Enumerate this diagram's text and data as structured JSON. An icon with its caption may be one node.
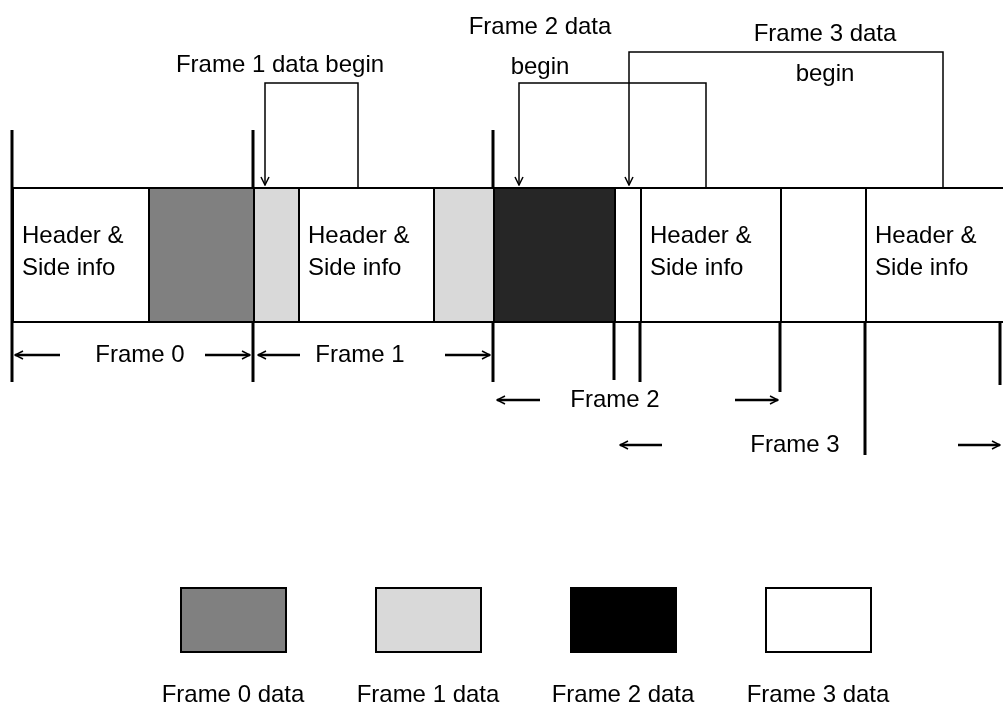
{
  "diagram": {
    "nodes": [
      {
        "text": [
          "Header & Side info"
        ]
      },
      {
        "text": [],
        "shape": "box"
      },
      {
        "text": [],
        "shape": "box"
      },
      {
        "text": [
          "Header & Side info"
        ]
      },
      {
        "text": [],
        "shape": "box"
      },
      {
        "text": [],
        "shape": "box"
      },
      {
        "text": [],
        "shape": "box"
      },
      {
        "text": [
          "Header & Side info"
        ]
      },
      {
        "text": [],
        "shape": "box"
      },
      {
        "text": [
          "Header & Side info"
        ]
      }
    ],
    "edges": [
      {
        "from": 3,
        "to": 2,
        "arrow": "to",
        "label": "Frame 1 data begin"
      },
      {
        "from": 7,
        "to": 5,
        "arrow": "to",
        "label": "Frame 2 data begin"
      },
      {
        "from": 9,
        "to": 6,
        "arrow": "to",
        "label": "Frame 3 data begin"
      }
    ],
    "labels": [
      "Frame 0",
      "Frame 1",
      "Frame 2",
      "Frame 3"
    ],
    "legend": [
      {
        "text": "Frame 0 data",
        "color": "#808080"
      },
      {
        "text": "Frame 1 data",
        "color": "#d9d9d9"
      },
      {
        "text": "Frame 2 data",
        "color": "#000000"
      },
      {
        "text": "Frame 3 data",
        "color": "#ffffff"
      }
    ]
  }
}
